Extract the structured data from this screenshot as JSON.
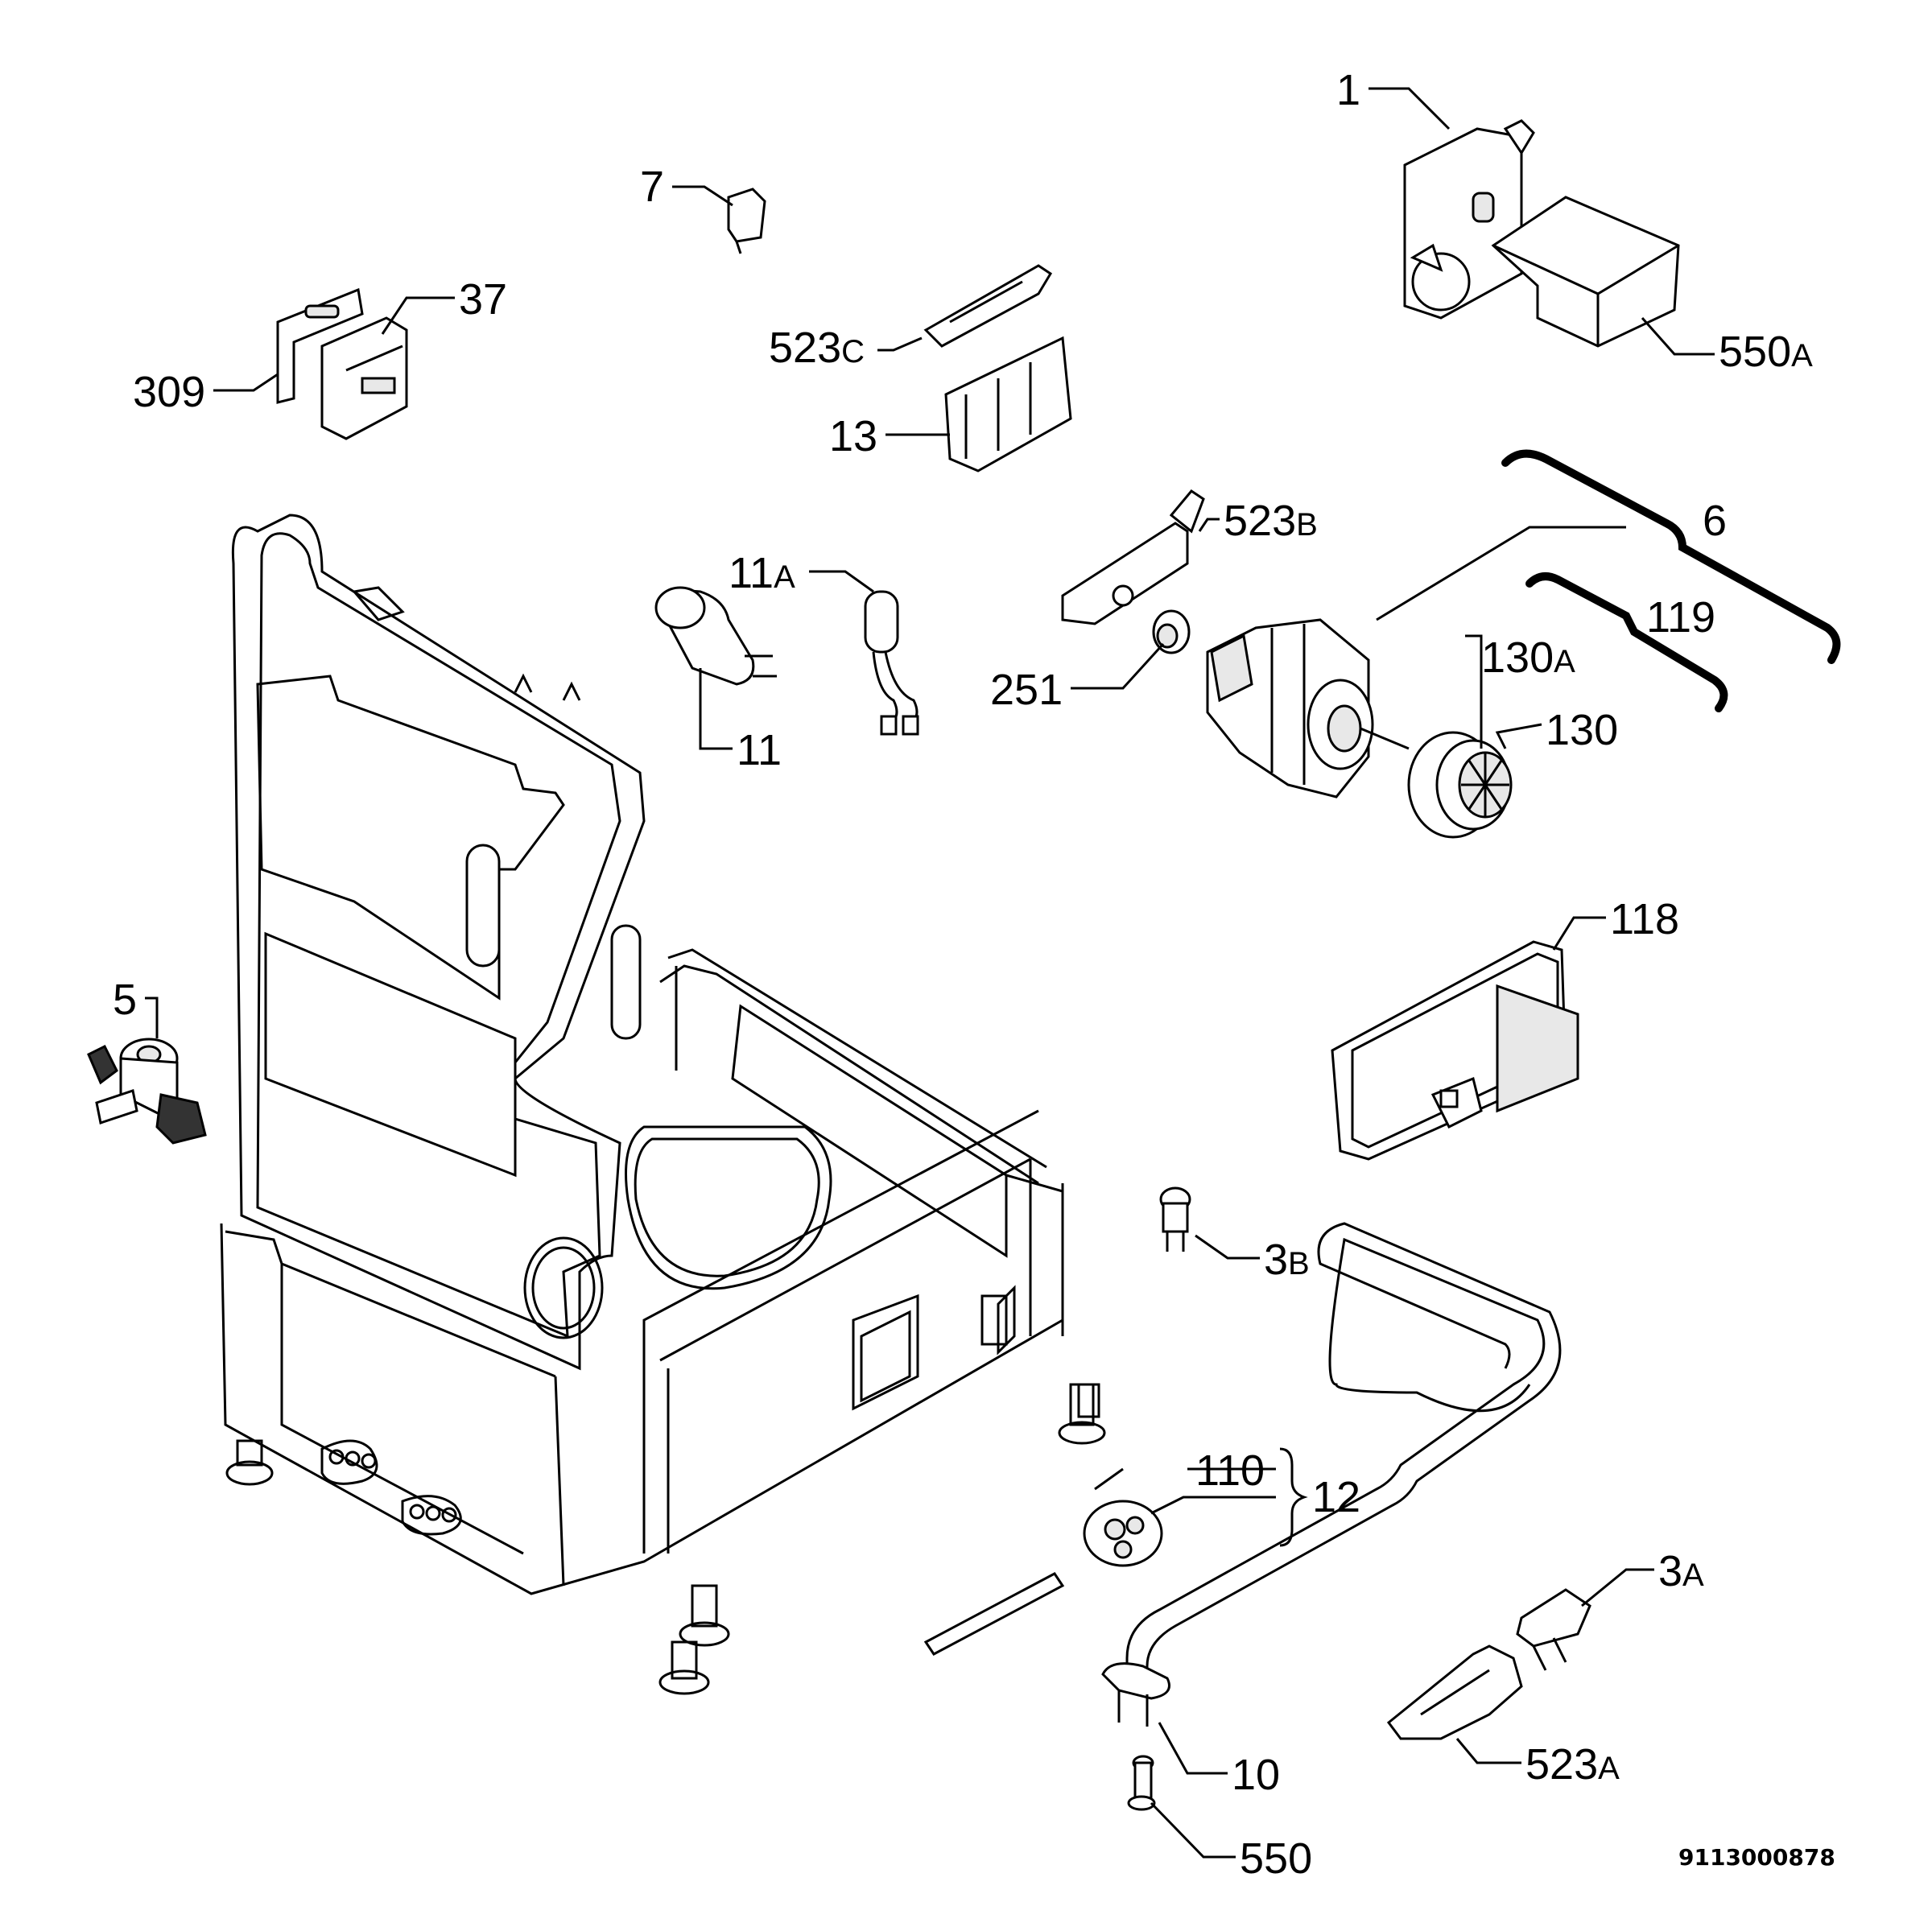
{
  "labels": {
    "l1": "1",
    "l550a": "550",
    "l550a_s": "A",
    "l7": "7",
    "l37": "37",
    "l309": "309",
    "l523c": "523",
    "l523c_s": "C",
    "l13": "13",
    "l523b": "523",
    "l523b_s": "B",
    "l6": "6",
    "l119": "119",
    "l11a": "11",
    "l11a_s": "A",
    "l11": "11",
    "l251": "251",
    "l130a": "130",
    "l130a_s": "A",
    "l130": "130",
    "l118": "118",
    "l5": "5",
    "l3b": "3",
    "l3b_s": "B",
    "l110": "110",
    "l12": "12",
    "l3a": "3",
    "l3a_s": "A",
    "l10": "10",
    "l523a": "523",
    "l523a_s": "A",
    "l550": "550"
  },
  "doc_number": "9113000878"
}
